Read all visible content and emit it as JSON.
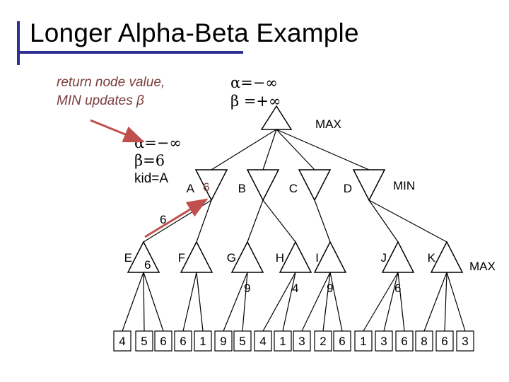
{
  "slide": {
    "title": "Longer Alpha-Beta Example",
    "note_line1": "return node value,",
    "note_line2": "MIN updates β",
    "root_alpha": "α=−∞",
    "root_beta": "β =+∞",
    "min_alpha": "α=−∞",
    "min_beta": "β=6",
    "min_kid": "kid=A"
  },
  "tree": {
    "level_labels": {
      "max_root": "MAX",
      "min": "MIN",
      "max": "MAX"
    },
    "min_nodes": [
      {
        "name": "A",
        "value": "6"
      },
      {
        "name": "B",
        "value": ""
      },
      {
        "name": "C",
        "value": ""
      },
      {
        "name": "D",
        "value": ""
      }
    ],
    "max_nodes": [
      {
        "name": "E",
        "value": "6"
      },
      {
        "name": "F",
        "value": ""
      },
      {
        "name": "G",
        "value": "9"
      },
      {
        "name": "H",
        "value": "4"
      },
      {
        "name": "I",
        "value": "9"
      },
      {
        "name": "J",
        "value": "6"
      },
      {
        "name": "K",
        "value": ""
      }
    ],
    "backed_up_value": "6",
    "leaves": [
      "4",
      "5",
      "6",
      "6",
      "1",
      "9",
      "5",
      "4",
      "1",
      "3",
      "2",
      "6",
      "1",
      "3",
      "6",
      "8",
      "6",
      "3"
    ]
  },
  "colors": {
    "title_bar": "#2e3192",
    "note_text": "#7a3b3a",
    "arrow": "#c0504d"
  }
}
